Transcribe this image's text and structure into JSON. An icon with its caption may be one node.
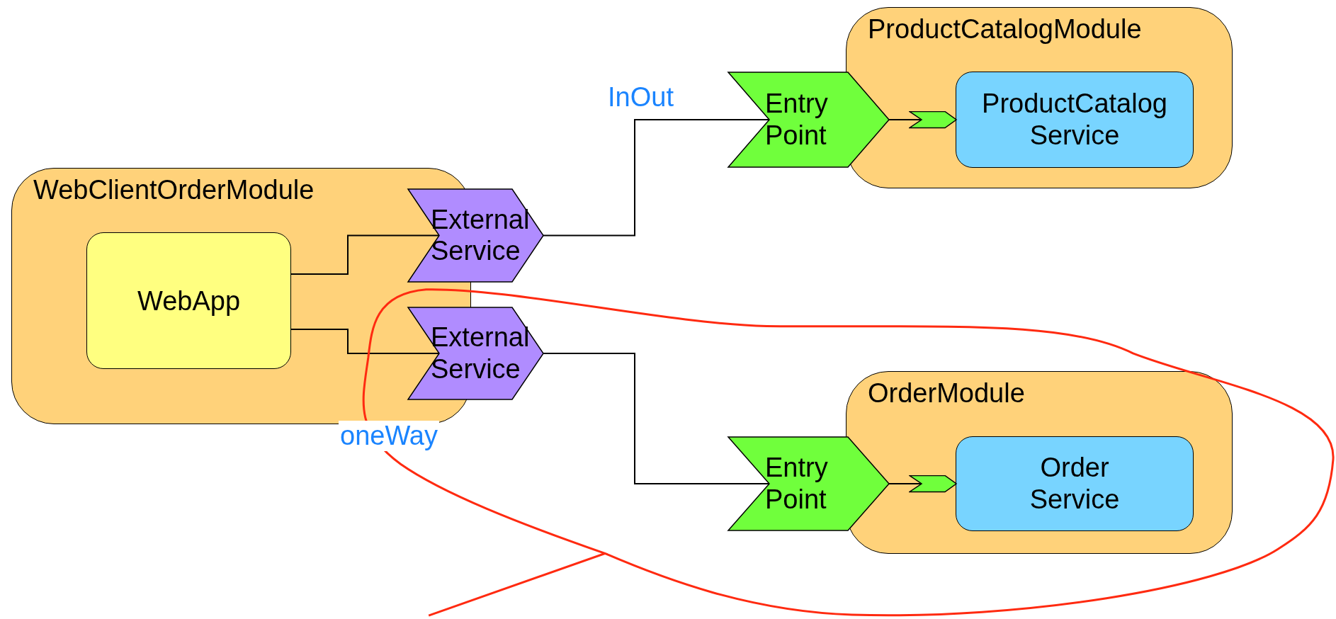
{
  "diagram": {
    "nodes": [
      {
        "text": [
          "WebClientOrderModule"
        ]
      },
      {
        "text": [
          "WebApp"
        ],
        "in": 0
      },
      {
        "text": [
          "External Service"
        ]
      },
      {
        "text": [
          "External Service"
        ]
      },
      {
        "text": [
          "ProductCatalogModule"
        ]
      },
      {
        "text": [
          "Entry Point"
        ]
      },
      {
        "text": [
          "ProductCatalog Service"
        ],
        "in": 4
      },
      {
        "text": [
          "OrderModule"
        ]
      },
      {
        "text": [
          "Entry Point"
        ]
      },
      {
        "text": [
          "Order Service"
        ],
        "in": 7
      }
    ],
    "edges": [
      {
        "from": 1,
        "to": 2,
        "arrow": "none"
      },
      {
        "from": 1,
        "to": 3,
        "arrow": "none"
      },
      {
        "from": 2,
        "to": 5,
        "arrow": "none",
        "label": "InOut"
      },
      {
        "from": 3,
        "to": 8,
        "arrow": "none",
        "label": "oneWay"
      },
      {
        "from": 5,
        "to": 6,
        "arrow": "to"
      },
      {
        "from": 8,
        "to": 9,
        "arrow": "to"
      }
    ]
  }
}
